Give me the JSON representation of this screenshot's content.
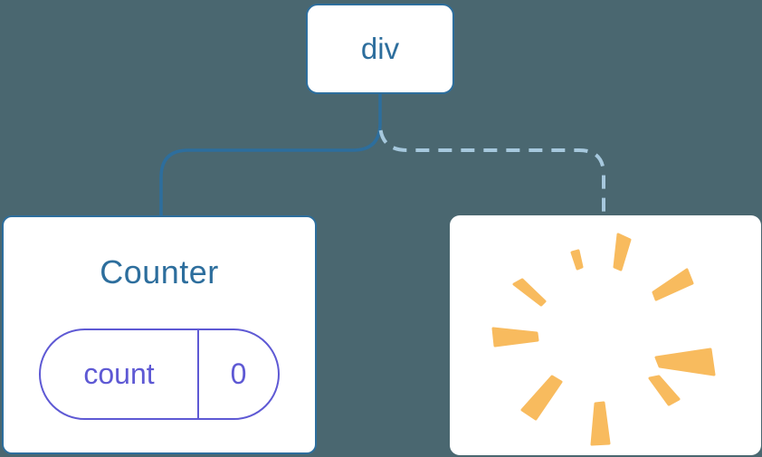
{
  "diagram": {
    "background_color": "#4a6770",
    "card_color": "#ffffff",
    "root_node": {
      "label": "div"
    },
    "edges": [
      {
        "from": "div",
        "to": "Counter",
        "style": "solid"
      },
      {
        "from": "div",
        "to": "removed-component",
        "style": "dashed"
      }
    ],
    "counter_node": {
      "title": "Counter",
      "state_pill": {
        "name": "count",
        "value": "0"
      }
    },
    "removed_node": {
      "icon": "poof-burst-icon"
    },
    "colors": {
      "edge_blue": "#2d6e9d",
      "dashed_edge_blue": "#a6c8dd",
      "state_purple": "#5e59d4",
      "poof_orange": "#f8bb5e"
    }
  }
}
